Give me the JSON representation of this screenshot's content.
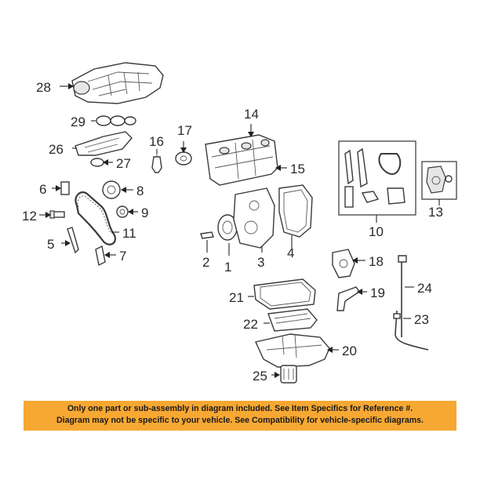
{
  "callouts": {
    "c1": "1",
    "c2": "2",
    "c3": "3",
    "c4": "4",
    "c5": "5",
    "c6": "6",
    "c7": "7",
    "c8": "8",
    "c9": "9",
    "c10": "10",
    "c11": "11",
    "c12": "12",
    "c13": "13",
    "c14": "14",
    "c15": "15",
    "c16": "16",
    "c17": "17",
    "c18": "18",
    "c19": "19",
    "c20": "20",
    "c21": "21",
    "c22": "22",
    "c23": "23",
    "c24": "24",
    "c25": "25",
    "c26": "26",
    "c27": "27",
    "c28": "28",
    "c29": "29"
  },
  "notice": {
    "line1": "Only one part or sub-assembly in diagram included. See Item Specifics for Reference #.",
    "line2": "Diagram may not be specific to your vehicle. See Compatibility for vehicle-specific diagrams."
  },
  "colors": {
    "notice_background": "#f7a833",
    "highlight_box": "#333333"
  }
}
